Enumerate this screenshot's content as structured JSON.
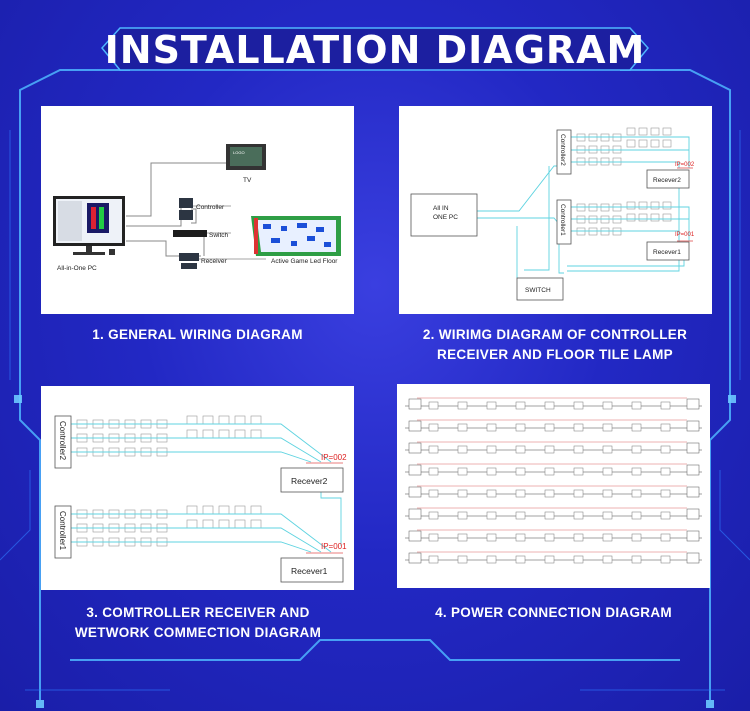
{
  "title": "INSTALLATION DIAGRAM",
  "colors": {
    "background": "#2228c4",
    "frame": "#4fb6ff",
    "wire_cyan": "#5fd3e0",
    "wire_red": "#e05050"
  },
  "panels": [
    {
      "caption_lines": [
        "1. GENERAL WIRING DIAGRAM"
      ],
      "labels": {
        "tv": "TV",
        "pc": "All-in-One PC",
        "controller": "Controller",
        "switch": "Switch",
        "receiver": "Receiver",
        "floor": "Active Game Led Floor"
      }
    },
    {
      "caption_lines": [
        "2. WIRIMG DIAGRAM OF CONTROLLER",
        "RECEIVER AND FLOOR TILE LAMP"
      ],
      "labels": {
        "pc_line1": "All IN",
        "pc_line2": "ONE PC",
        "controller2": "Controller2",
        "controller1": "Controller1",
        "receiver2": "Recever2",
        "receiver1": "Recever1",
        "ip2": "IP=002",
        "ip1": "IP=001",
        "switch": "SWITCH"
      }
    },
    {
      "caption_lines": [
        "3. COMTROLLER RECEIVER AND",
        "WETWORK COMMECTION DIAGRAM"
      ],
      "labels": {
        "controller2": "Controller2",
        "controller1": "Controller1",
        "receiver2": "Recever2",
        "receiver1": "Recever1",
        "ip2": "IP=002",
        "ip1": "IP=001"
      }
    },
    {
      "caption_lines": [
        "4. POWER CONNECTION DIAGRAM"
      ]
    }
  ]
}
